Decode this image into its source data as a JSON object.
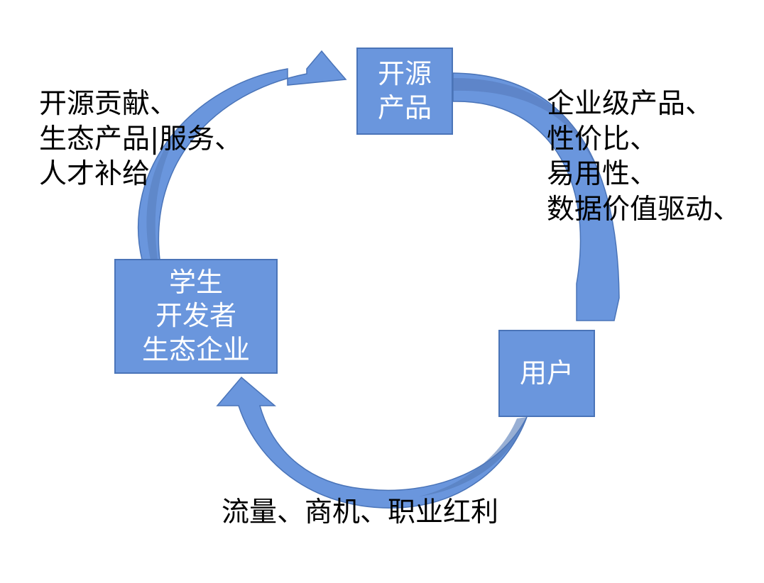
{
  "colors": {
    "node_fill": "#6a96dd",
    "node_border": "#4a74b8",
    "arrow_fill": "#6a96dd",
    "arrow_shade": "#5479b8",
    "text": "#000000",
    "node_text": "#ffffff"
  },
  "nodes": {
    "open_source_product": {
      "lines": [
        "开源",
        "产品"
      ]
    },
    "users": {
      "lines": [
        "用户"
      ]
    },
    "community": {
      "lines": [
        "学生",
        "开发者",
        "生态企业"
      ]
    }
  },
  "notes": {
    "left": {
      "lines": [
        "开源贡献、",
        "生态产品|服务、",
        "人才补给"
      ]
    },
    "right": {
      "lines": [
        "企业级产品、",
        "性价比、",
        "易用性、",
        "数据价值驱动、"
      ]
    },
    "bottom": {
      "text": "流量、商机、职业红利"
    }
  },
  "arrows": [
    {
      "from": "open_source_product",
      "to": "users"
    },
    {
      "from": "users",
      "to": "community"
    },
    {
      "from": "community",
      "to": "open_source_product"
    }
  ]
}
